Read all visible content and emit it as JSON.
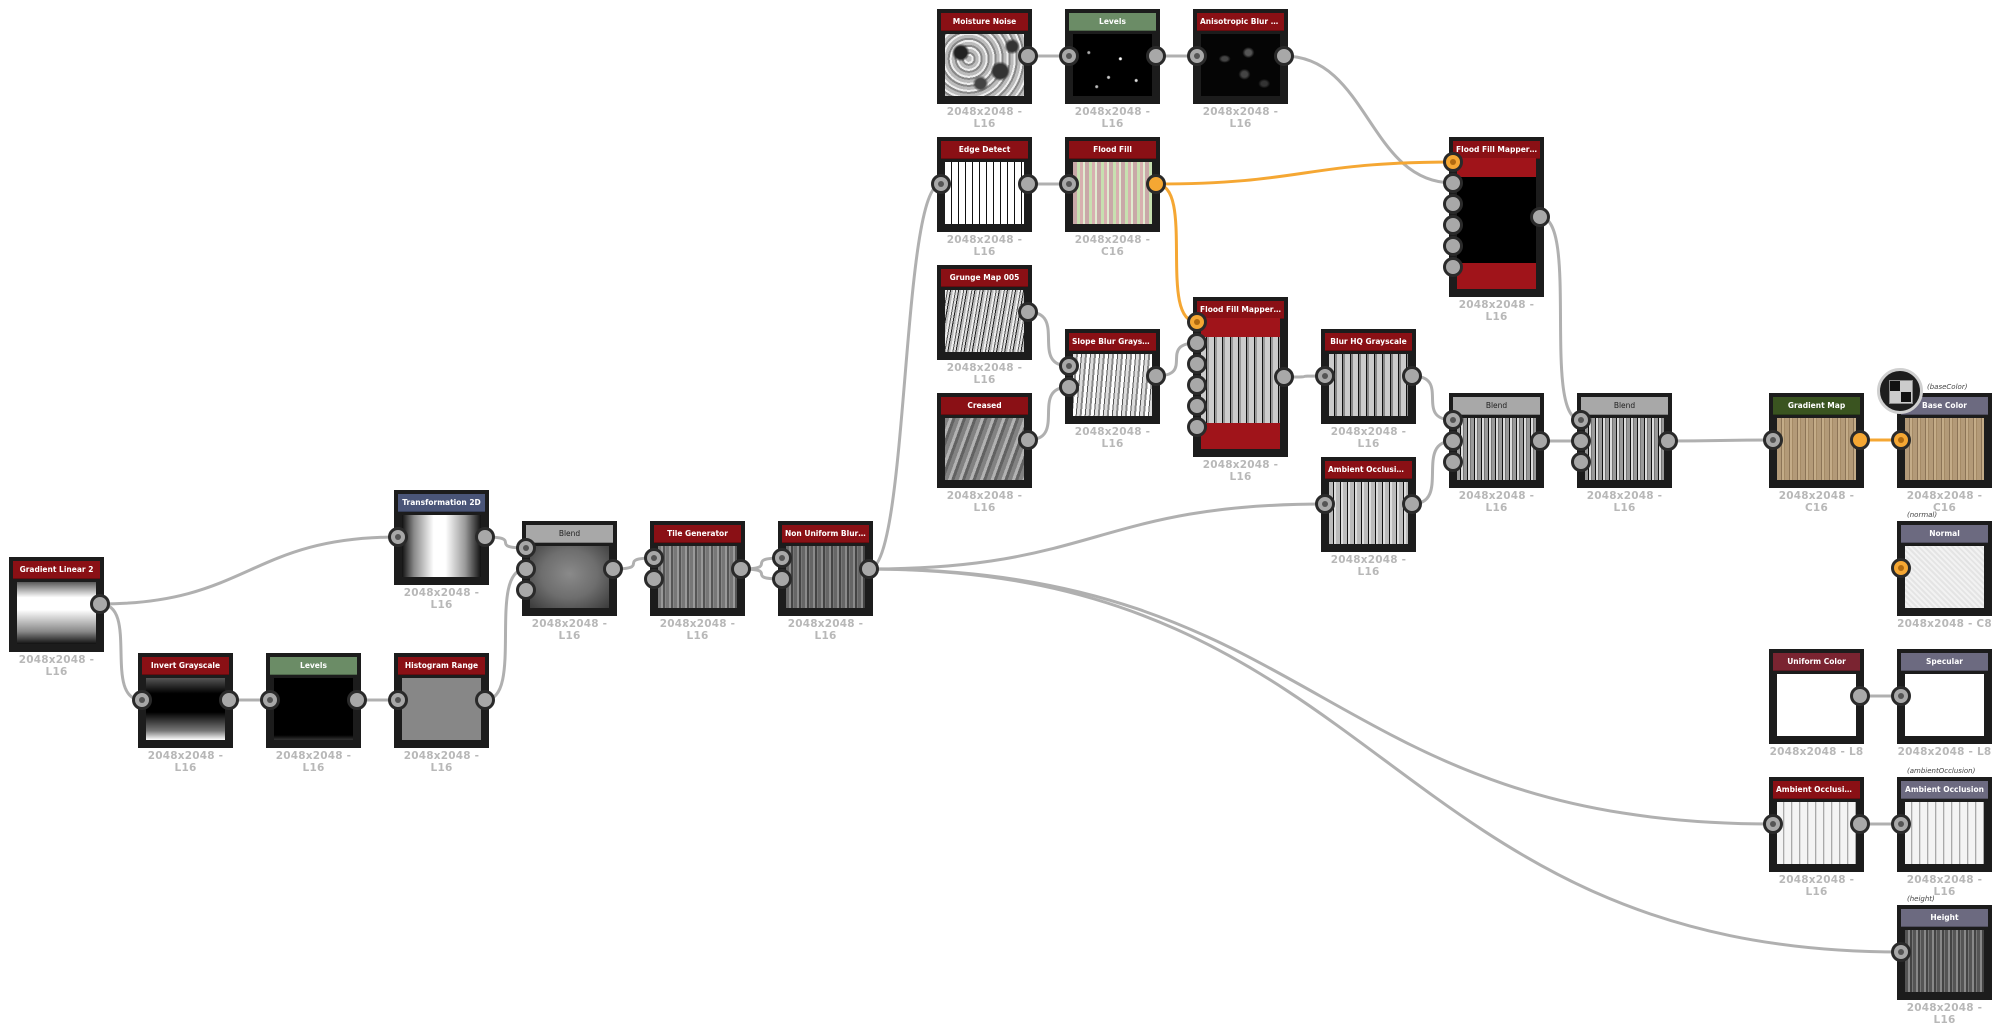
{
  "graph": {
    "nodes": [
      {
        "id": "gradient-linear-2",
        "title": "Gradient Linear 2",
        "res": "2048x2048 - L16"
      },
      {
        "id": "invert-grayscale",
        "title": "Invert Grayscale",
        "res": "2048x2048 - L16"
      },
      {
        "id": "levels-1",
        "title": "Levels",
        "res": "2048x2048 - L16"
      },
      {
        "id": "histogram-range",
        "title": "Histogram Range",
        "res": "2048x2048 - L16"
      },
      {
        "id": "transformation-2d",
        "title": "Transformation 2D",
        "res": "2048x2048 - L16"
      },
      {
        "id": "blend-1",
        "title": "Blend",
        "res": "2048x2048 - L16"
      },
      {
        "id": "tile-generator",
        "title": "Tile Generator",
        "res": "2048x2048 - L16"
      },
      {
        "id": "non-uniform-blur",
        "title": "Non Uniform Blur Gray...",
        "res": "2048x2048 - L16"
      },
      {
        "id": "moisture-noise",
        "title": "Moisture Noise",
        "res": "2048x2048 - L16"
      },
      {
        "id": "levels-2",
        "title": "Levels",
        "res": "2048x2048 - L16"
      },
      {
        "id": "anisotropic-blur",
        "title": "Anisotropic Blur Grays...",
        "res": "2048x2048 - L16"
      },
      {
        "id": "edge-detect",
        "title": "Edge Detect",
        "res": "2048x2048 - L16"
      },
      {
        "id": "flood-fill",
        "title": "Flood Fill",
        "res": "2048x2048 - C16"
      },
      {
        "id": "grunge-map-005",
        "title": "Grunge Map 005",
        "res": "2048x2048 - L16"
      },
      {
        "id": "creased",
        "title": "Creased",
        "res": "2048x2048 - L16"
      },
      {
        "id": "slope-blur",
        "title": "Slope Blur Grayscale",
        "res": "2048x2048 - L16"
      },
      {
        "id": "ffm-lower",
        "title": "Flood Fill Mapper Grays...",
        "res": "2048x2048 - L16"
      },
      {
        "id": "ffm-upper",
        "title": "Flood Fill Mapper Grays...",
        "res": "2048x2048 - L16"
      },
      {
        "id": "blur-hq",
        "title": "Blur HQ Grayscale",
        "res": "2048x2048 - L16"
      },
      {
        "id": "ao-hbao-1",
        "title": "Ambient Occlusion (HB...",
        "res": "2048x2048 - L16"
      },
      {
        "id": "blend-2",
        "title": "Blend",
        "res": "2048x2048 - L16"
      },
      {
        "id": "blend-3",
        "title": "Blend",
        "res": "2048x2048 - L16"
      },
      {
        "id": "gradient-map",
        "title": "Gradient Map",
        "res": "2048x2048 - C16"
      },
      {
        "id": "base-color",
        "title": "Base Color",
        "res": "2048x2048 - C16",
        "alias": "(baseColor)"
      },
      {
        "id": "normal",
        "title": "Normal",
        "res": "2048x2048 - C8",
        "alias": "(normal)"
      },
      {
        "id": "uniform-color",
        "title": "Uniform Color",
        "res": "2048x2048 - L8"
      },
      {
        "id": "specular",
        "title": "Specular",
        "res": "2048x2048 - L8"
      },
      {
        "id": "ao-hbao-2",
        "title": "Ambient Occlusion (HB...",
        "res": "2048x2048 - L16"
      },
      {
        "id": "ambient-occlusion",
        "title": "Ambient Occlusion",
        "res": "2048x2048 - L16",
        "alias": "(ambientOcclusion)"
      },
      {
        "id": "height",
        "title": "Height",
        "res": "2048x2048 - L16",
        "alias": "(height)"
      }
    ],
    "colors": {
      "wire": "#b0b0b0",
      "wire_color": "#f5a733",
      "header_filter": "#8a1015",
      "header_adjust": "#6b8c66",
      "header_transform": "#4a5578",
      "header_blend": "#a8a8a8",
      "header_output": "#6c6a80",
      "header_gradient_map": "#3a5420",
      "header_uniform": "#7a2431"
    },
    "output_badge_icon": "checker-icon"
  }
}
